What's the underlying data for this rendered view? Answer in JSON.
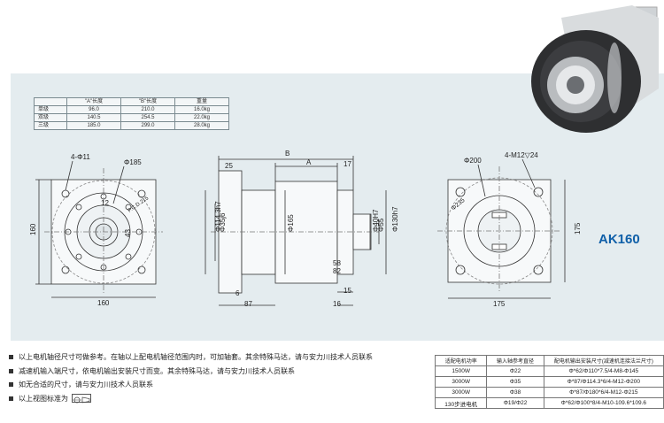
{
  "spec_table": {
    "headers": [
      "",
      "\"A\"长度",
      "\"B\"长度",
      "重量"
    ],
    "rows": [
      [
        "单级",
        "96.0",
        "210.0",
        "16.0kg"
      ],
      [
        "双级",
        "140.5",
        "254.5",
        "22.0kg"
      ],
      [
        "三级",
        "185.0",
        "299.0",
        "28.0kg"
      ]
    ]
  },
  "model": "AK160",
  "dims": {
    "v1_holes": "4-Φ11",
    "v1_pcd": "Φ185",
    "v1_height": "160",
    "v1_width": "160",
    "v1_key": "12",
    "v1_taper": "P.C.D.215",
    "v1_shaft": "43",
    "v2_B": "B",
    "v2_A": "A",
    "v2_25": "25",
    "v2_17": "17",
    "v2_d1": "Φ114.3h7",
    "v2_d2": "Φ35j6",
    "v2_d3": "Φ165",
    "v2_d4": "Φ40H7",
    "v2_d5": "Φ55",
    "v2_d6": "Φ130h7",
    "v2_58": "58",
    "v2_82": "82",
    "v2_15": "15",
    "v2_16": "16",
    "v2_6": "6",
    "v2_87": "87",
    "v3_pcd": "Φ200",
    "v3_holes": "4-M12▽24",
    "v3_pcd2": "Φ235",
    "v3_width": "175",
    "v3_height": "175"
  },
  "notes": [
    "以上电机轴径尺寸可做参考。在轴以上配电机轴径范围内时，可加轴套。其余特殊马达，请与安力川技术人员联系",
    "减速机输入端尺寸，依电机输出安装尺寸而变。其余特殊马达，请与安力川技术人员联系",
    "如无合适的尺寸，请与安力川技术人员联系",
    "以上视图标准为"
  ],
  "motor_table": {
    "headers": [
      "适配电机功率",
      "输入轴参考直径",
      "配电机输出安装尺寸(减速机连接法兰尺寸)"
    ],
    "rows": [
      [
        "1500W",
        "Φ22",
        "Φ*62/Φ110*7.5/4-M8-Φ145"
      ],
      [
        "3000W",
        "Φ35",
        "Φ*87/Φ114.3*6/4-M12-Φ200"
      ],
      [
        "3000W",
        "Φ38",
        "Φ*87/Φ180*6/4-M12-Φ215"
      ],
      [
        "130步进电机",
        "Φ19/Φ22",
        "Φ*62/Φ100*8/4-M10-109.6*109.6"
      ]
    ]
  },
  "colors": {
    "panel": "#e4ecef",
    "model": "#0f5fa8"
  }
}
